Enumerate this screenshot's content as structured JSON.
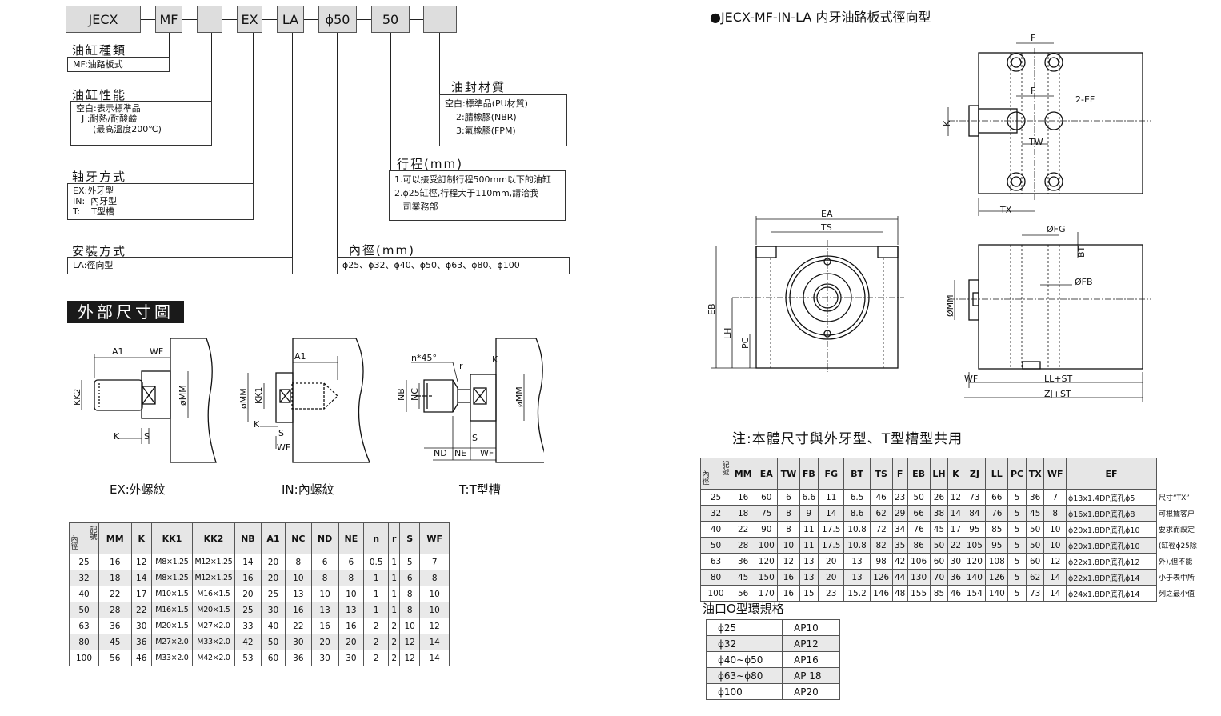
{
  "code": [
    "JECX",
    "MF",
    "",
    "EX",
    "LA",
    "ϕ50",
    "50",
    ""
  ],
  "sections": {
    "cyl_type": {
      "title": "油缸種類",
      "lines": "MF:油路板式"
    },
    "cyl_perf": {
      "title": "油缸性能",
      "lines": "空白:表示標準品\n  J :耐熱/耐酸鹼\n      (最高溫度200℃)"
    },
    "shaft": {
      "title": "轴牙方式",
      "lines": "EX:外牙型\nIN:  內牙型\nT:    T型槽"
    },
    "mount": {
      "title": "安裝方式",
      "lines": "LA:徑向型"
    },
    "seal": {
      "title": "油封材質",
      "lines": "空白:標準品(PU材質)\n    2:腈橡膠(NBR)\n    3:氟橡膠(FPM)"
    },
    "stroke": {
      "title": "行程(mm)",
      "lines": "1.可以接受訂制行程500mm以下的油缸\n2.ϕ25缸徑,行程大于110mm,請洽我\n   司業務部"
    },
    "bore": {
      "title": "內徑(mm)",
      "lines": "ϕ25、ϕ32、ϕ40、ϕ50、ϕ63、ϕ80、ϕ100"
    }
  },
  "banner": "外部尺寸圖",
  "captions": {
    "ex": "EX:外螺紋",
    "in": "IN:內螺紋",
    "t": "T:T型槽"
  },
  "model_title": "●JECX-MF-IN-LA 内牙油路板式徑向型",
  "note": "注:本體尺寸與外牙型、T型槽型共用",
  "oring_title": "油口O型環規格",
  "corner": {
    "top": "記號",
    "bottom": "內徑"
  },
  "table1": {
    "headers": [
      "MM",
      "K",
      "KK1",
      "KK2",
      "NB",
      "A1",
      "NC",
      "ND",
      "NE",
      "n",
      "r",
      "S",
      "WF"
    ],
    "rows": [
      [
        "25",
        "16",
        "12",
        "M8×1.25",
        "M12×1.25",
        "14",
        "20",
        "8",
        "6",
        "6",
        "0.5",
        "1",
        "5",
        "7"
      ],
      [
        "32",
        "18",
        "14",
        "M8×1.25",
        "M12×1.25",
        "16",
        "20",
        "10",
        "8",
        "8",
        "1",
        "1",
        "6",
        "8"
      ],
      [
        "40",
        "22",
        "17",
        "M10×1.5",
        "M16×1.5",
        "20",
        "25",
        "13",
        "10",
        "10",
        "1",
        "1",
        "8",
        "10"
      ],
      [
        "50",
        "28",
        "22",
        "M16×1.5",
        "M20×1.5",
        "25",
        "30",
        "16",
        "13",
        "13",
        "1",
        "1",
        "8",
        "10"
      ],
      [
        "63",
        "36",
        "30",
        "M20×1.5",
        "M27×2.0",
        "33",
        "40",
        "22",
        "16",
        "16",
        "2",
        "2",
        "10",
        "12"
      ],
      [
        "80",
        "45",
        "36",
        "M27×2.0",
        "M33×2.0",
        "42",
        "50",
        "30",
        "20",
        "20",
        "2",
        "2",
        "12",
        "14"
      ],
      [
        "100",
        "56",
        "46",
        "M33×2.0",
        "M42×2.0",
        "53",
        "60",
        "36",
        "30",
        "30",
        "2",
        "2",
        "12",
        "14"
      ]
    ]
  },
  "table2": {
    "headers": [
      "MM",
      "EA",
      "TW",
      "FB",
      "FG",
      "BT",
      "TS",
      "F",
      "EB",
      "LH",
      "K",
      "ZJ",
      "LL",
      "PC",
      "TX",
      "WF",
      "EF"
    ],
    "rows": [
      [
        "25",
        "16",
        "60",
        "6",
        "6.6",
        "11",
        "6.5",
        "46",
        "23",
        "50",
        "26",
        "12",
        "73",
        "66",
        "5",
        "36",
        "7",
        "ϕ13x1.4DP底孔ϕ5"
      ],
      [
        "32",
        "18",
        "75",
        "8",
        "9",
        "14",
        "8.6",
        "62",
        "29",
        "66",
        "38",
        "14",
        "84",
        "76",
        "5",
        "45",
        "8",
        "ϕ16x1.8DP底孔ϕ8"
      ],
      [
        "40",
        "22",
        "90",
        "8",
        "11",
        "17.5",
        "10.8",
        "72",
        "34",
        "76",
        "45",
        "17",
        "95",
        "85",
        "5",
        "50",
        "10",
        "ϕ20x1.8DP底孔ϕ10"
      ],
      [
        "50",
        "28",
        "100",
        "10",
        "11",
        "17.5",
        "10.8",
        "82",
        "35",
        "86",
        "50",
        "22",
        "105",
        "95",
        "5",
        "50",
        "10",
        "ϕ20x1.8DP底孔ϕ10"
      ],
      [
        "63",
        "36",
        "120",
        "12",
        "13",
        "20",
        "13",
        "98",
        "42",
        "106",
        "60",
        "30",
        "120",
        "108",
        "5",
        "60",
        "12",
        "ϕ22x1.8DP底孔ϕ12"
      ],
      [
        "80",
        "45",
        "150",
        "16",
        "13",
        "20",
        "13",
        "126",
        "44",
        "130",
        "70",
        "36",
        "140",
        "126",
        "5",
        "62",
        "14",
        "ϕ22x1.8DP底孔ϕ14"
      ],
      [
        "100",
        "56",
        "170",
        "16",
        "15",
        "23",
        "15.2",
        "146",
        "48",
        "155",
        "85",
        "46",
        "154",
        "140",
        "5",
        "73",
        "14",
        "ϕ24x1.8DP底孔ϕ14"
      ]
    ],
    "side_note": [
      "尺寸“TX”",
      "可根據客户",
      "要求而設定",
      "(缸徑ϕ25除",
      "外),但不能",
      "小于表中所",
      "列之最小值"
    ]
  },
  "oring": [
    [
      "ϕ25",
      "AP10"
    ],
    [
      "ϕ32",
      "AP12"
    ],
    [
      "ϕ40~ϕ50",
      "AP16"
    ],
    [
      "ϕ63~ϕ80",
      "AP 18"
    ],
    [
      "ϕ100",
      "AP20"
    ]
  ],
  "dims": {
    "ex": {
      "a1": "A1",
      "wf": "WF",
      "kk2": "KK2",
      "mm": "øMM",
      "k": "K",
      "s": "S"
    },
    "in": {
      "a1": "A1",
      "mm": "øMM",
      "kk1": "KK1",
      "k": "K",
      "s": "S",
      "wf": "WF"
    },
    "t": {
      "n45": "n*45°",
      "r": "r",
      "k": "K",
      "nb": "NB",
      "nc": "NC",
      "mm": "øMM",
      "s": "S",
      "nd": "ND",
      "ne": "NE",
      "wf": "WF"
    },
    "top": {
      "f1": "F",
      "f2": "F",
      "ef": "2-EF",
      "k": "K",
      "tw": "TW",
      "tx": "TX"
    },
    "front": {
      "ea": "EA",
      "ts": "TS",
      "eb": "EB",
      "lh": "LH",
      "pc": "PC"
    },
    "side": {
      "fg": "ØFG",
      "bt": "BT",
      "fb": "ØFB",
      "mm": "ØMM",
      "wf": "WF",
      "llst": "LL+ST",
      "zjst": "ZJ+ST"
    }
  }
}
